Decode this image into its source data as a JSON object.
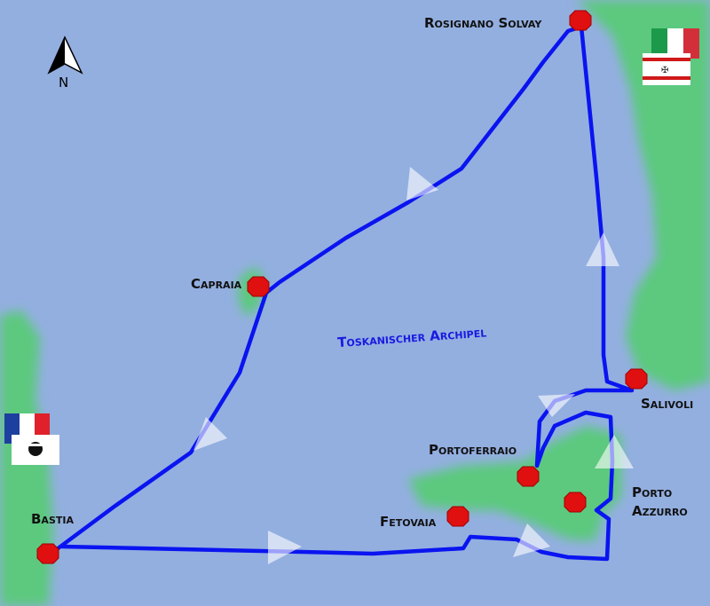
{
  "map": {
    "title": "Toskanischer Archipel",
    "compass_label": "N",
    "places": [
      {
        "id": "rosignano",
        "name": "Rosignano Solvay"
      },
      {
        "id": "capraia",
        "name": "Capraia"
      },
      {
        "id": "salivoli",
        "name": "Salivoli"
      },
      {
        "id": "portoferraio",
        "name": "Portoferraio"
      },
      {
        "id": "porto-azzurro",
        "name_line1": "Porto",
        "name_line2": "Azzurro"
      },
      {
        "id": "fetovaia",
        "name": "Fetovaia"
      },
      {
        "id": "bastia",
        "name": "Bastia"
      }
    ],
    "flags": [
      "italy-flag",
      "tuscany-flag",
      "france-flag",
      "corsica-flag"
    ],
    "colors": {
      "sea": "#93afe0",
      "land": "#5cc97e",
      "route": "#0a14f0",
      "marker": "#e01010"
    }
  }
}
